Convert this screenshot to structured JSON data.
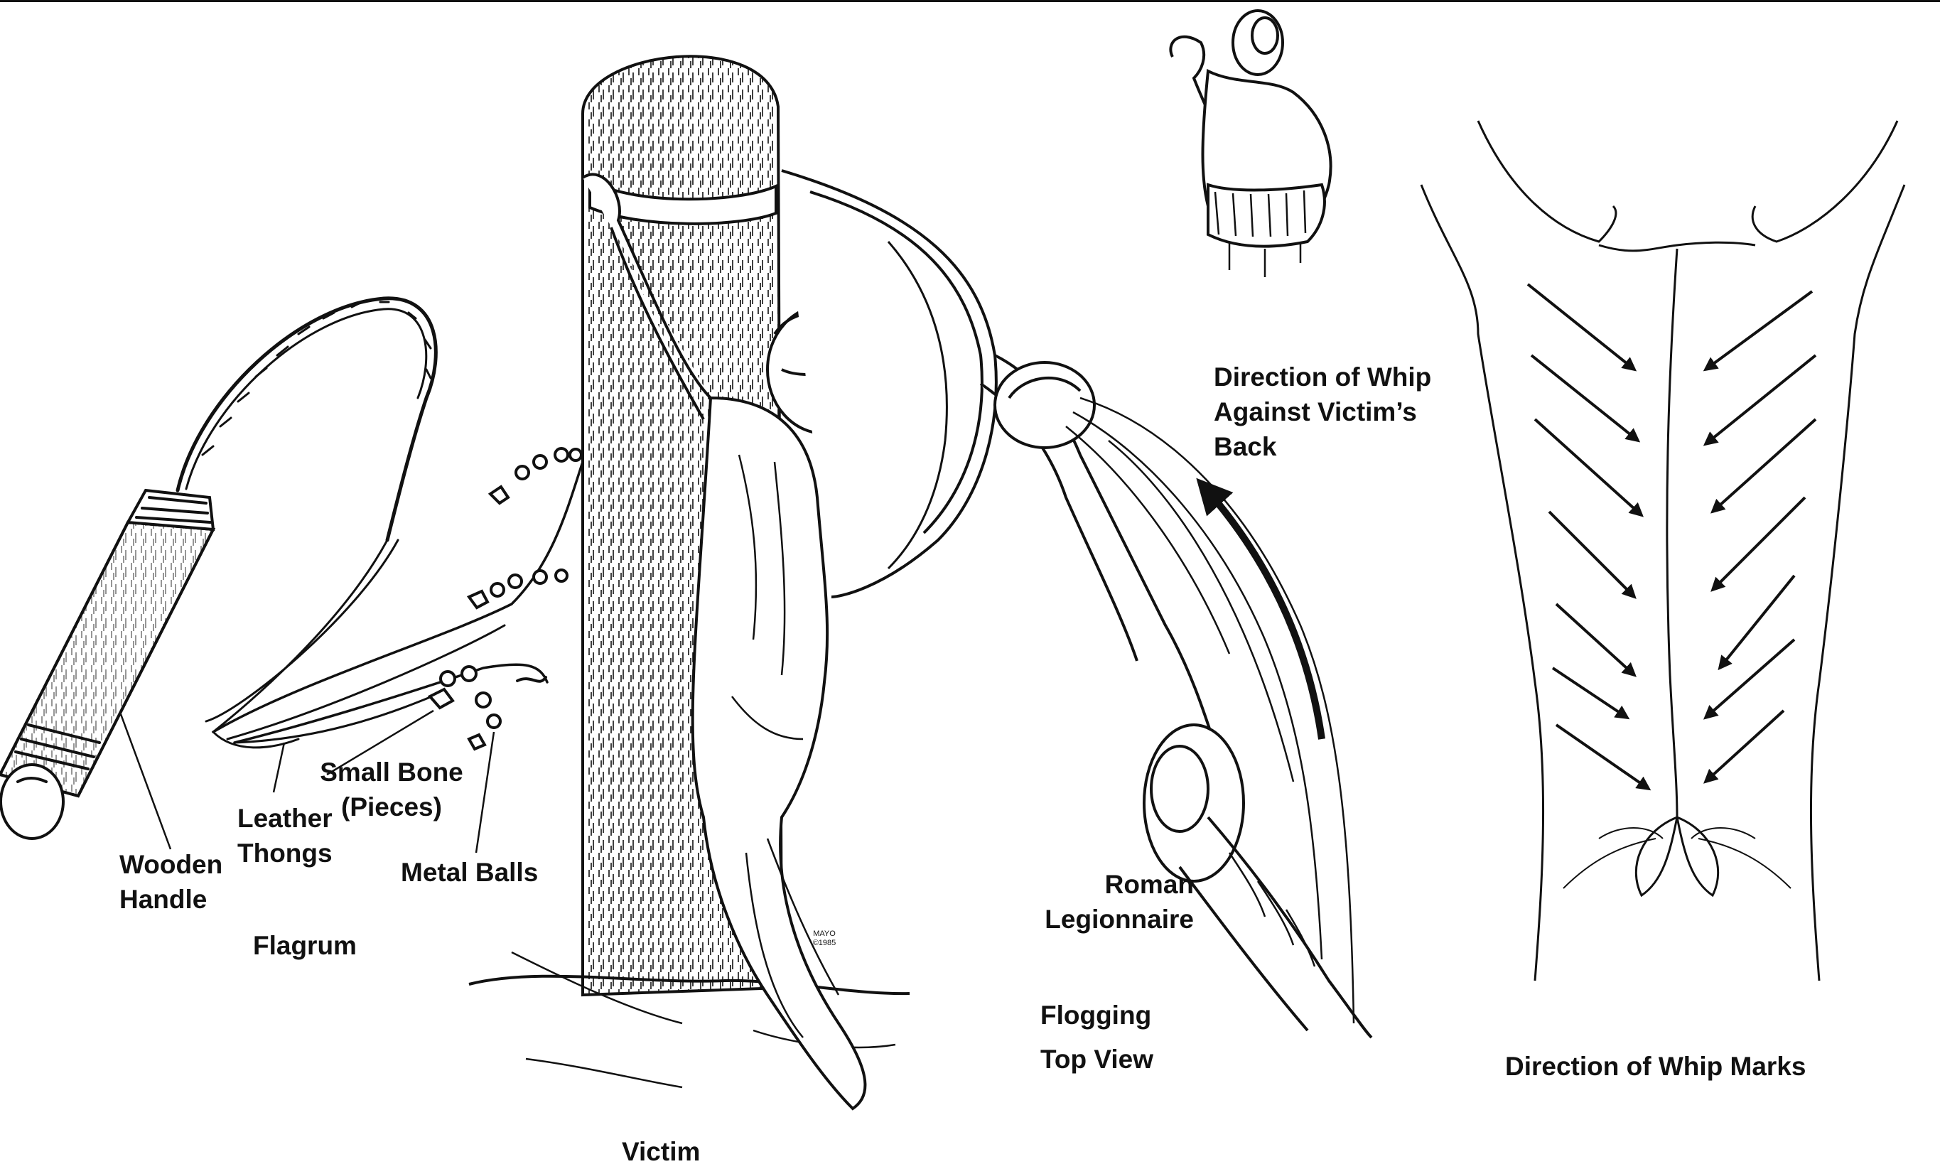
{
  "labels": {
    "wooden_handle": "Wooden Handle",
    "leather_thongs": "Leather Thongs",
    "small_bone": "Small Bone (Pieces)",
    "metal_balls": "Metal Balls",
    "flagrum": "Flagrum",
    "victim": "Victim",
    "roman_legionnaire": "Roman Legionnaire",
    "direction_whip_back": "Direction of Whip Against Victim’s Back",
    "flogging_top_view": "Flogging Top View",
    "direction_whip_marks": "Direction of Whip Marks"
  },
  "signature": {
    "line1": "MAYO",
    "line2": "©1985"
  },
  "colors": {
    "ink": "#111111",
    "paper": "#ffffff"
  }
}
